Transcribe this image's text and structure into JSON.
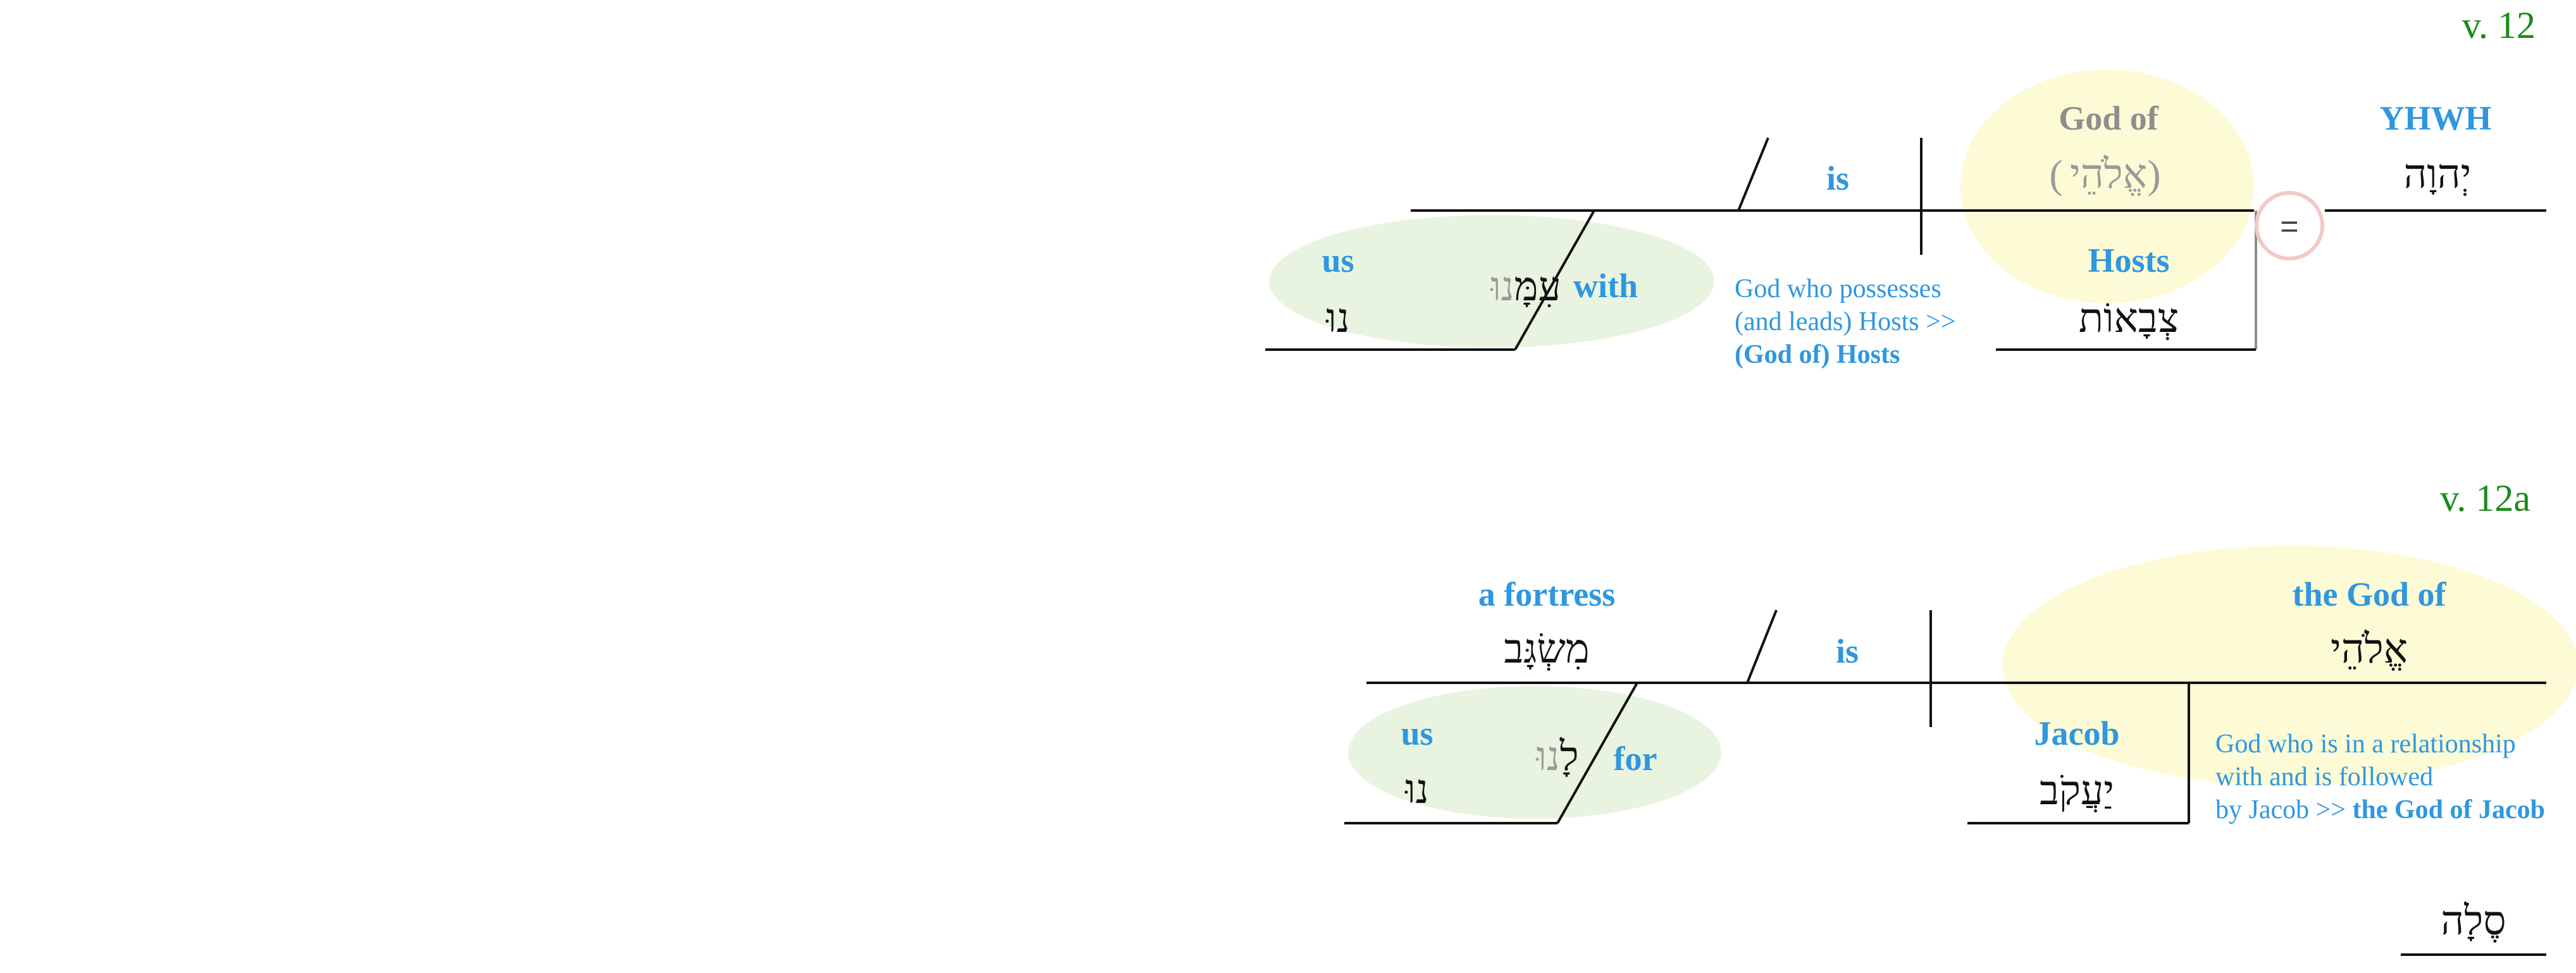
{
  "diagram": {
    "verse_12": {
      "label": "v. 12",
      "subject_english": "YHWH",
      "subject_hebrew": "יְהוָה",
      "verb_english": "is",
      "equals_sign": "=",
      "predicate_english": "God of",
      "predicate_hebrew_open": "(",
      "predicate_hebrew": "אֱלֹהֵי",
      "predicate_hebrew_close": ")",
      "genitive_english": "Hosts",
      "genitive_hebrew": "צְבָאוֹת",
      "prep_english": "with",
      "prep_hebrew": "עִמָּ",
      "prep_hebrew_suffix_grey": "נוּ",
      "object_english": "us",
      "object_hebrew": "נוּ",
      "note_line_1": "God who possesses",
      "note_line_2": "(and leads) Hosts >>",
      "note_line_3": "(God of) Hosts"
    },
    "verse_12a": {
      "label": "v. 12a",
      "predicate_english": "a fortress",
      "predicate_hebrew": "מִשְׂגָּב",
      "verb_english": "is",
      "subject_english": "the God of",
      "subject_hebrew": "אֱלֹהֵי",
      "genitive_english": "Jacob",
      "genitive_hebrew": "יַעֲקֹב",
      "prep_english": "for",
      "prep_hebrew": "לָ",
      "prep_hebrew_suffix_grey": "נוּ",
      "object_english": "us",
      "object_hebrew": "נוּ",
      "note_line_1": "God who is in a relationship",
      "note_line_2": "with and is followed",
      "note_line_3_plain": "by Jacob >> ",
      "note_line_3_bold": "the God of Jacob"
    },
    "selah": {
      "hebrew": "סֶלָה"
    }
  },
  "colors": {
    "english_label": "#2f97df",
    "hebrew_text": "#111111",
    "grey_text": "#8e8e8e",
    "verse_label": "#1a8a1a",
    "yellow_highlight": "#fdfbd6",
    "green_highlight": "#e8f4df",
    "equals_circle": "#f2c9c4"
  }
}
